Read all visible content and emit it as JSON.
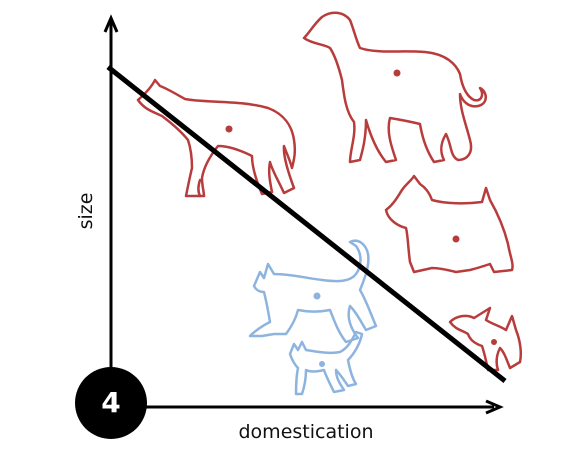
{
  "axes": {
    "x_label": "domestication",
    "y_label": "size"
  },
  "badge": {
    "number": "4"
  },
  "colors": {
    "dog": "#b83c3c",
    "cat": "#8db4df",
    "line": "#000000",
    "axis": "#000000"
  },
  "icons": {
    "wolf": "wolf-icon",
    "greyhound": "greyhound-icon",
    "scottie": "scottie-dog-icon",
    "chihuahua": "chihuahua-icon",
    "large_cat": "cat-icon",
    "small_cat": "cat-icon"
  }
}
